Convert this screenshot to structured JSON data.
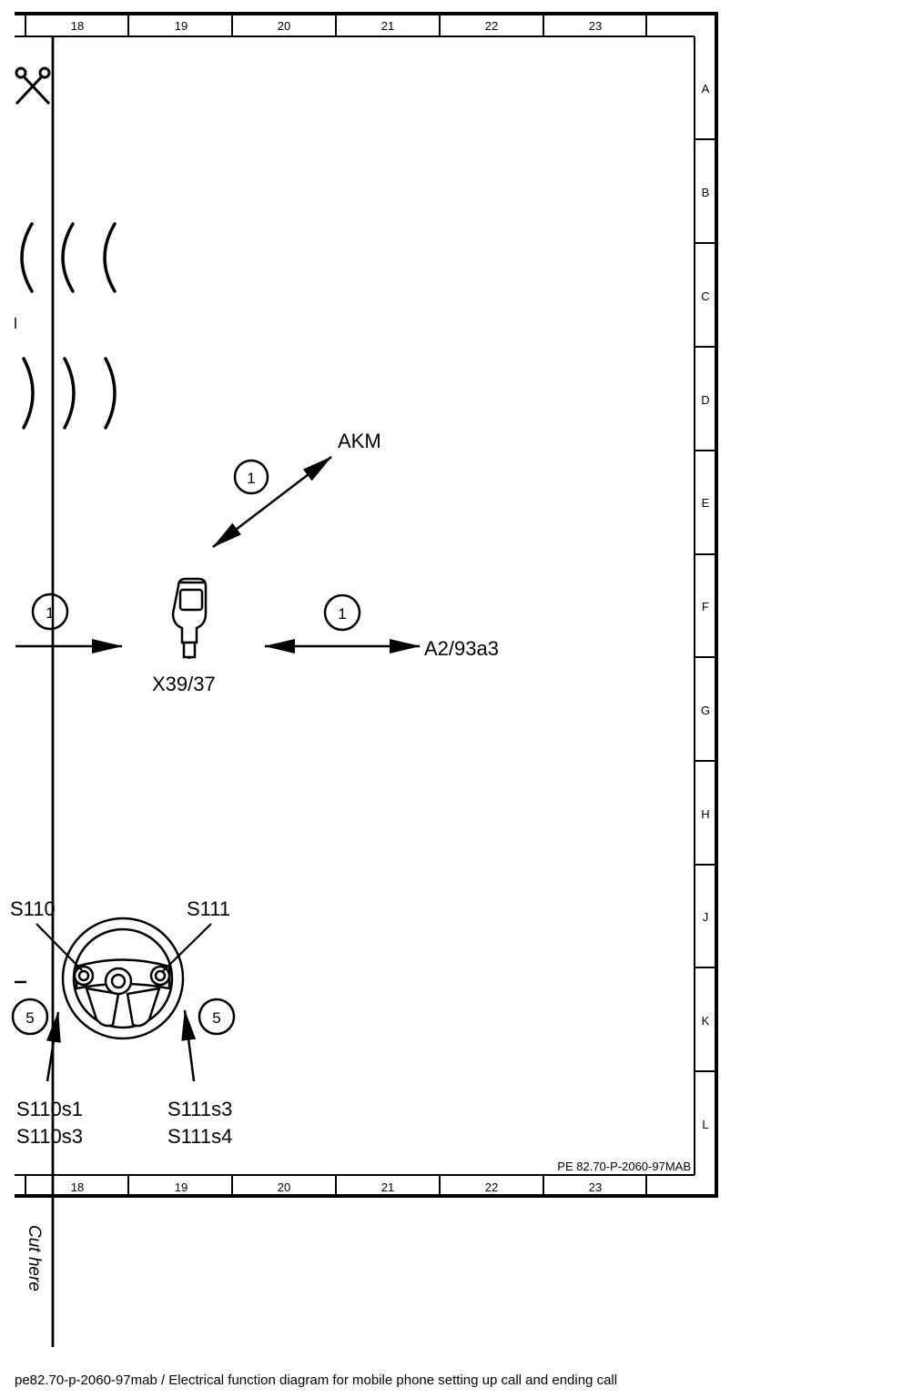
{
  "grid": {
    "columns": [
      "18",
      "19",
      "20",
      "21",
      "22",
      "23"
    ],
    "rows": [
      "A",
      "B",
      "C",
      "D",
      "E",
      "F",
      "G",
      "H",
      "J",
      "K",
      "L"
    ]
  },
  "components": {
    "akm": "AKM",
    "connector": "X39/37",
    "a2": "A2/93a3",
    "s110": "S110",
    "s111": "S111",
    "s110_switches": [
      "S110s1",
      "S110s3"
    ],
    "s111_switches": [
      "S111s3",
      "S111s4"
    ]
  },
  "markers": {
    "akm_link": "1",
    "a2_link": "1",
    "left_input": "1",
    "left_steering": "5",
    "right_steering": "5"
  },
  "reference": "PE 82.70-P-2060-97MAB",
  "cut_label": "Cut here",
  "caption": "pe82.70-p-2060-97mab / Electrical function diagram for mobile phone setting up call and ending call"
}
